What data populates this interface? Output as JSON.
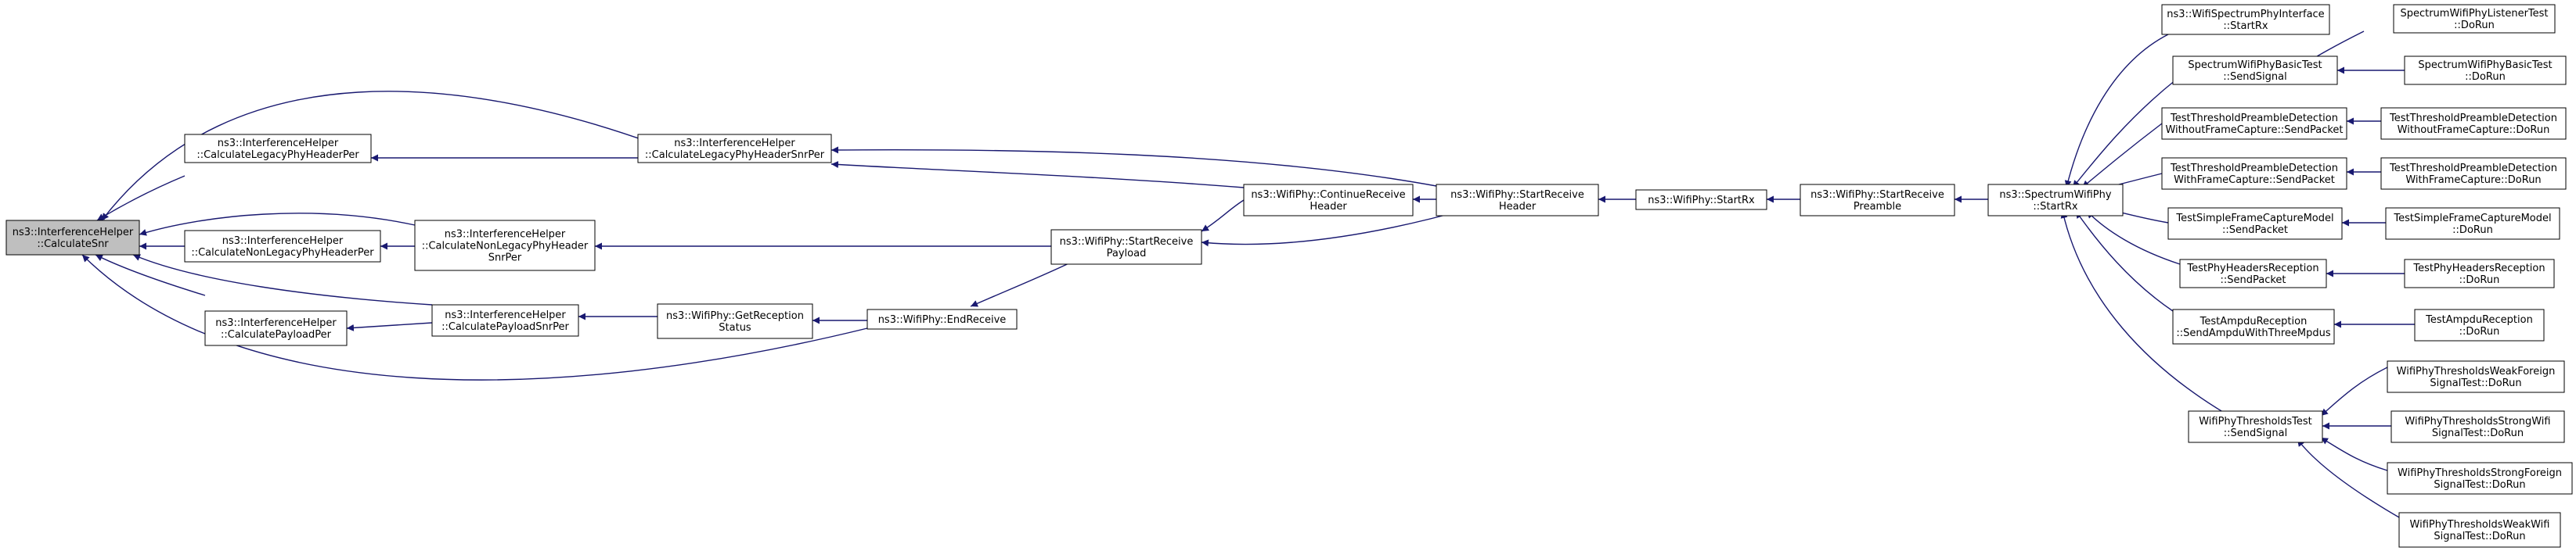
{
  "colors": {
    "edge": "#191970",
    "root_fill": "#bfbfbf",
    "node_fill": "#ffffff",
    "node_border": "#000000"
  },
  "nodes": [
    {
      "id": "n0",
      "lines": [
        "ns3::InterferenceHelper",
        "::CalculateSnr"
      ]
    },
    {
      "id": "n1",
      "lines": [
        "ns3::InterferenceHelper",
        "::CalculateLegacyPhyHeaderPer"
      ]
    },
    {
      "id": "n2",
      "lines": [
        "ns3::InterferenceHelper",
        "::CalculateNonLegacyPhyHeaderPer"
      ]
    },
    {
      "id": "n3",
      "lines": [
        "ns3::InterferenceHelper",
        "::CalculatePayloadPer"
      ]
    },
    {
      "id": "n4",
      "lines": [
        "ns3::InterferenceHelper",
        "::CalculateLegacyPhyHeaderSnrPer"
      ]
    },
    {
      "id": "n5",
      "lines": [
        "ns3::InterferenceHelper",
        "::CalculateNonLegacyPhyHeader",
        "SnrPer"
      ]
    },
    {
      "id": "n6",
      "lines": [
        "ns3::InterferenceHelper",
        "::CalculatePayloadSnrPer"
      ]
    },
    {
      "id": "n7",
      "lines": [
        "ns3::WifiPhy::GetReception",
        "Status"
      ]
    },
    {
      "id": "n8",
      "lines": [
        "ns3::WifiPhy::EndReceive"
      ]
    },
    {
      "id": "n9",
      "lines": [
        "ns3::WifiPhy::StartReceive",
        "Payload"
      ]
    },
    {
      "id": "n10",
      "lines": [
        "ns3::WifiPhy::ContinueReceive",
        "Header"
      ]
    },
    {
      "id": "n11",
      "lines": [
        "ns3::WifiPhy::StartReceive",
        "Header"
      ]
    },
    {
      "id": "n12",
      "lines": [
        "ns3::WifiPhy::StartRx"
      ]
    },
    {
      "id": "n13",
      "lines": [
        "ns3::WifiPhy::StartReceive",
        "Preamble"
      ]
    },
    {
      "id": "n14",
      "lines": [
        "ns3::SpectrumWifiPhy",
        "::StartRx"
      ]
    },
    {
      "id": "n15",
      "lines": [
        "ns3::WifiSpectrumPhyInterface",
        "::StartRx"
      ]
    },
    {
      "id": "n16",
      "lines": [
        "SpectrumWifiPhyBasicTest",
        "::SendSignal"
      ]
    },
    {
      "id": "n17",
      "lines": [
        "TestThresholdPreambleDetection",
        "WithoutFrameCapture::SendPacket"
      ]
    },
    {
      "id": "n18",
      "lines": [
        "TestThresholdPreambleDetection",
        "WithFrameCapture::SendPacket"
      ]
    },
    {
      "id": "n19",
      "lines": [
        "TestSimpleFrameCaptureModel",
        "::SendPacket"
      ]
    },
    {
      "id": "n20",
      "lines": [
        "TestPhyHeadersReception",
        "::SendPacket"
      ]
    },
    {
      "id": "n21",
      "lines": [
        "TestAmpduReception",
        "::SendAmpduWithThreeMpdus"
      ]
    },
    {
      "id": "n22",
      "lines": [
        "WifiPhyThresholdsTest",
        "::SendSignal"
      ]
    },
    {
      "id": "n23",
      "lines": [
        "SpectrumWifiPhyListenerTest",
        "::DoRun"
      ]
    },
    {
      "id": "n24",
      "lines": [
        "SpectrumWifiPhyBasicTest",
        "::DoRun"
      ]
    },
    {
      "id": "n25",
      "lines": [
        "TestThresholdPreambleDetection",
        "WithoutFrameCapture::DoRun"
      ]
    },
    {
      "id": "n26",
      "lines": [
        "TestThresholdPreambleDetection",
        "WithFrameCapture::DoRun"
      ]
    },
    {
      "id": "n27",
      "lines": [
        "TestSimpleFrameCaptureModel",
        "::DoRun"
      ]
    },
    {
      "id": "n28",
      "lines": [
        "TestPhyHeadersReception",
        "::DoRun"
      ]
    },
    {
      "id": "n29",
      "lines": [
        "TestAmpduReception",
        "::DoRun"
      ]
    },
    {
      "id": "n30",
      "lines": [
        "WifiPhyThresholdsWeakForeign",
        "SignalTest::DoRun"
      ]
    },
    {
      "id": "n31",
      "lines": [
        "WifiPhyThresholdsStrongWifi",
        "SignalTest::DoRun"
      ]
    },
    {
      "id": "n32",
      "lines": [
        "WifiPhyThresholdsStrongForeign",
        "SignalTest::DoRun"
      ]
    },
    {
      "id": "n33",
      "lines": [
        "WifiPhyThresholdsWeakWifi",
        "SignalTest::DoRun"
      ]
    }
  ]
}
